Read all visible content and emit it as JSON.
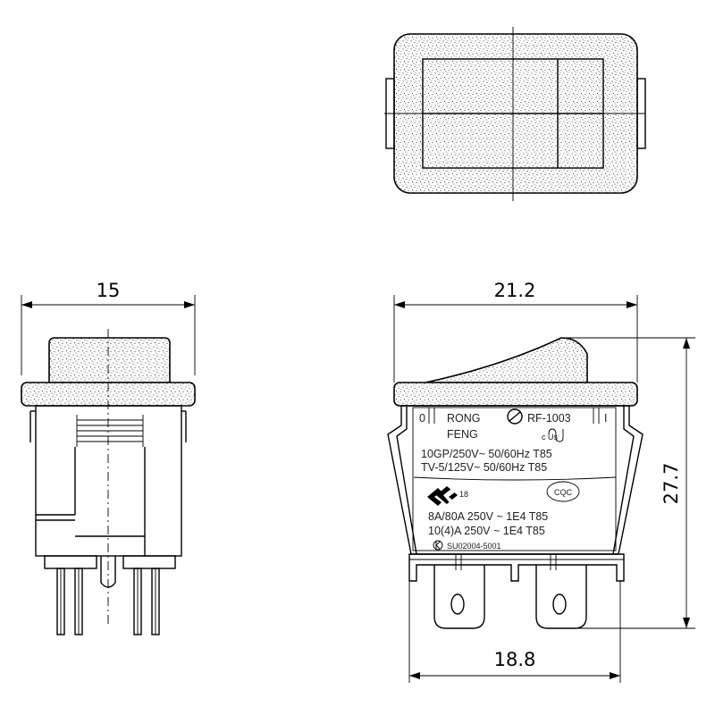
{
  "dimensions": {
    "side_width": "15",
    "front_width": "21.2",
    "front_height": "27.7",
    "terminal_width": "18.8"
  },
  "body_labels": {
    "pos_off": "0",
    "pos_on": "I",
    "brand_line1": "RONG",
    "brand_line2": "FENG",
    "model": "RF-1003",
    "ul_mark": "c Us",
    "rating_line1": "10GP/250V~ 50/60Hz T85",
    "rating_line2": "TV-5/125V~ 50/60Hz T85",
    "enec_number": "18",
    "cqc_mark": "CQC",
    "rating_line3": "8A/80A 250V ~ 1E4 T85",
    "rating_line4": "10(4)A 250V ~ 1E4 T85",
    "kc_code": "SU02004-5001"
  }
}
